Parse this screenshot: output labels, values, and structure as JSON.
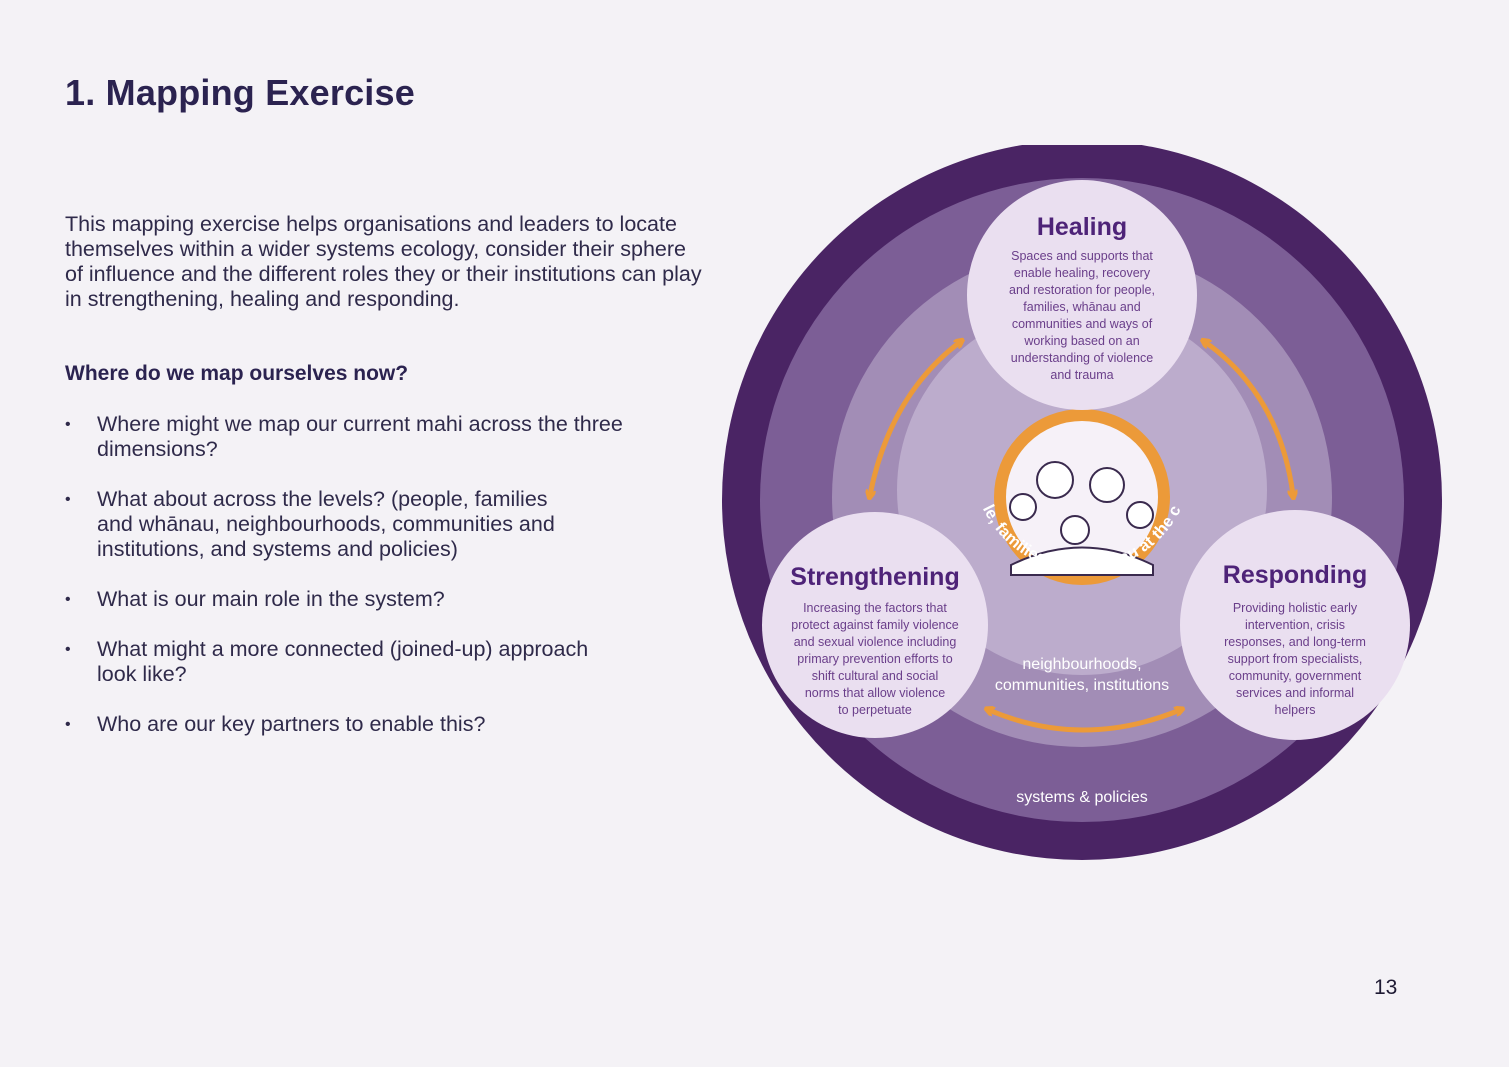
{
  "page": {
    "title": "1. Mapping Exercise",
    "intro": "This mapping exercise helps organisations and leaders to locate themselves within a wider systems ecology, consider their sphere of influence and the different roles they or their institutions can play in strengthening, healing and responding.",
    "questions_heading": "Where do we map ourselves now?",
    "bullet_glyph": "•",
    "questions": [
      [
        "Where might we map our current mahi across the three",
        "dimensions?"
      ],
      [
        "What about across the levels? (people, families",
        "and whānau, neighbourhoods, communities and",
        "institutions, and systems and policies)"
      ],
      [
        "What is our main role in the system?"
      ],
      [
        "What might a more connected (joined-up) approach",
        "look like?"
      ],
      [
        "Who are our key partners to enable this?"
      ]
    ],
    "page_number": "13"
  },
  "diagram": {
    "colors": {
      "outer_ring": "#4a2464",
      "middle_ring": "#7c5e96",
      "inner_ring": "#a28db6",
      "core": "#bcaccc",
      "bubble": "#eadff0",
      "accent_orange": "#ec9a39",
      "heading_purple": "#4e2378",
      "body_purple": "#6a3e8a"
    },
    "levels": {
      "inner_label_lines": [
        "neighbourhoods,",
        "communities, institutions"
      ],
      "outer_label": "systems & policies"
    },
    "centre_caption": "people, families and whānau at the centre",
    "roles": {
      "healing": {
        "title": "Healing",
        "lines": [
          "Spaces and supports that",
          "enable healing, recovery",
          "and restoration for people,",
          "families, whānau and",
          "communities and ways of",
          "working based on an",
          "understanding of violence",
          "and trauma"
        ]
      },
      "strengthening": {
        "title": "Strengthening",
        "lines": [
          "Increasing the factors that",
          "protect against family violence",
          "and sexual violence including",
          "primary prevention efforts to",
          "shift cultural and social",
          "norms that allow violence",
          "to perpetuate"
        ]
      },
      "responding": {
        "title": "Responding",
        "lines": [
          "Providing holistic early",
          "intervention, crisis",
          "responses, and long-term",
          "support from specialists,",
          "community, government",
          "services and informal",
          "helpers"
        ]
      }
    }
  }
}
